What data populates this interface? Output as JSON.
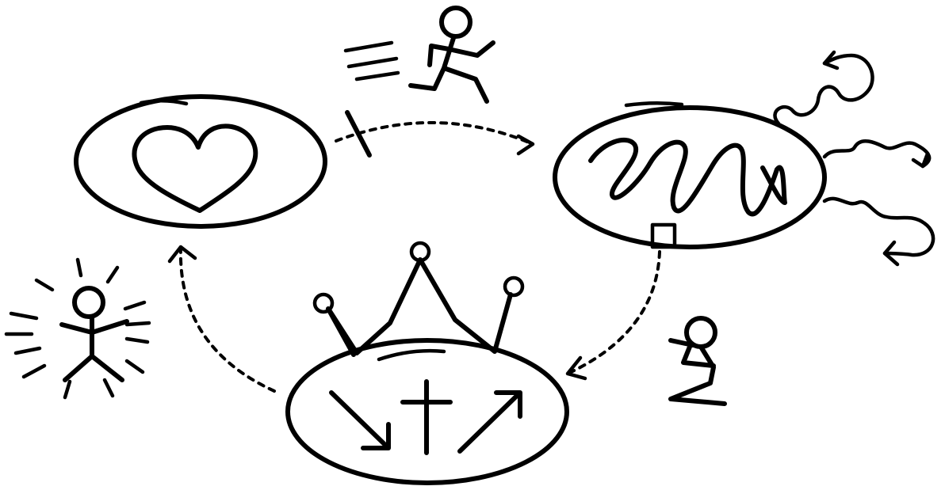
{
  "diagram": {
    "nodes": [
      {
        "id": "heart",
        "icon": "heart-icon"
      },
      {
        "id": "scribble",
        "icon": "tangled-line-icon"
      },
      {
        "id": "cross",
        "icon": "cross-with-arrows-icon",
        "crown": "crown-icon"
      }
    ],
    "figures": [
      "running-person-icon",
      "kneeling-person-icon",
      "radiant-person-icon"
    ],
    "arrows": [
      "heart-to-scribble",
      "scribble-to-cross",
      "cross-to-heart"
    ],
    "colors": {
      "ink": "#000000",
      "background": "#ffffff"
    }
  }
}
